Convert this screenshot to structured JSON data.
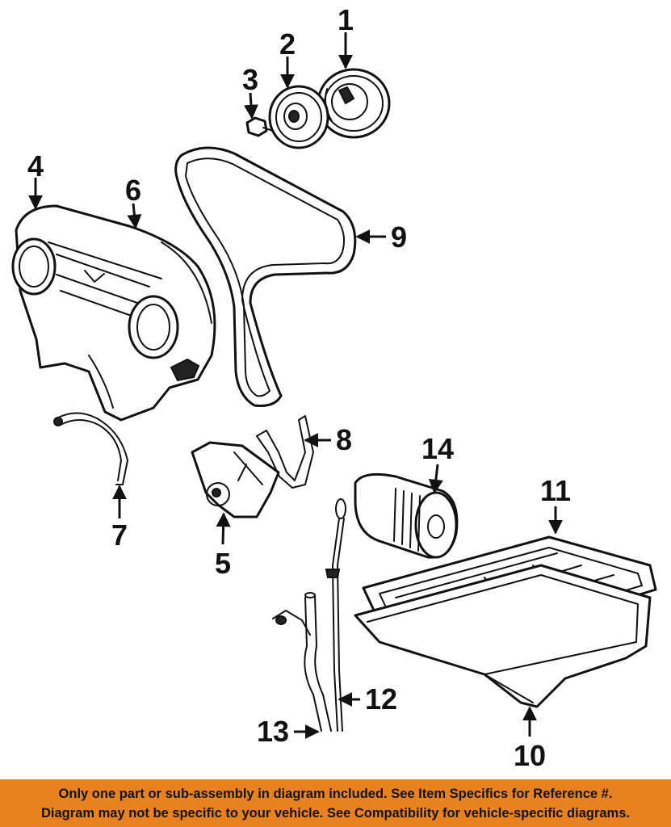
{
  "callouts": [
    "1",
    "2",
    "3",
    "4",
    "5",
    "6",
    "7",
    "8",
    "9",
    "10",
    "11",
    "12",
    "13",
    "14"
  ],
  "banner": {
    "line1": "Only one part or sub-assembly in diagram included. See Item Specifics for Reference #.",
    "line2": "Diagram may not be specific to your vehicle. See Compatibility for vehicle-specific diagrams."
  }
}
